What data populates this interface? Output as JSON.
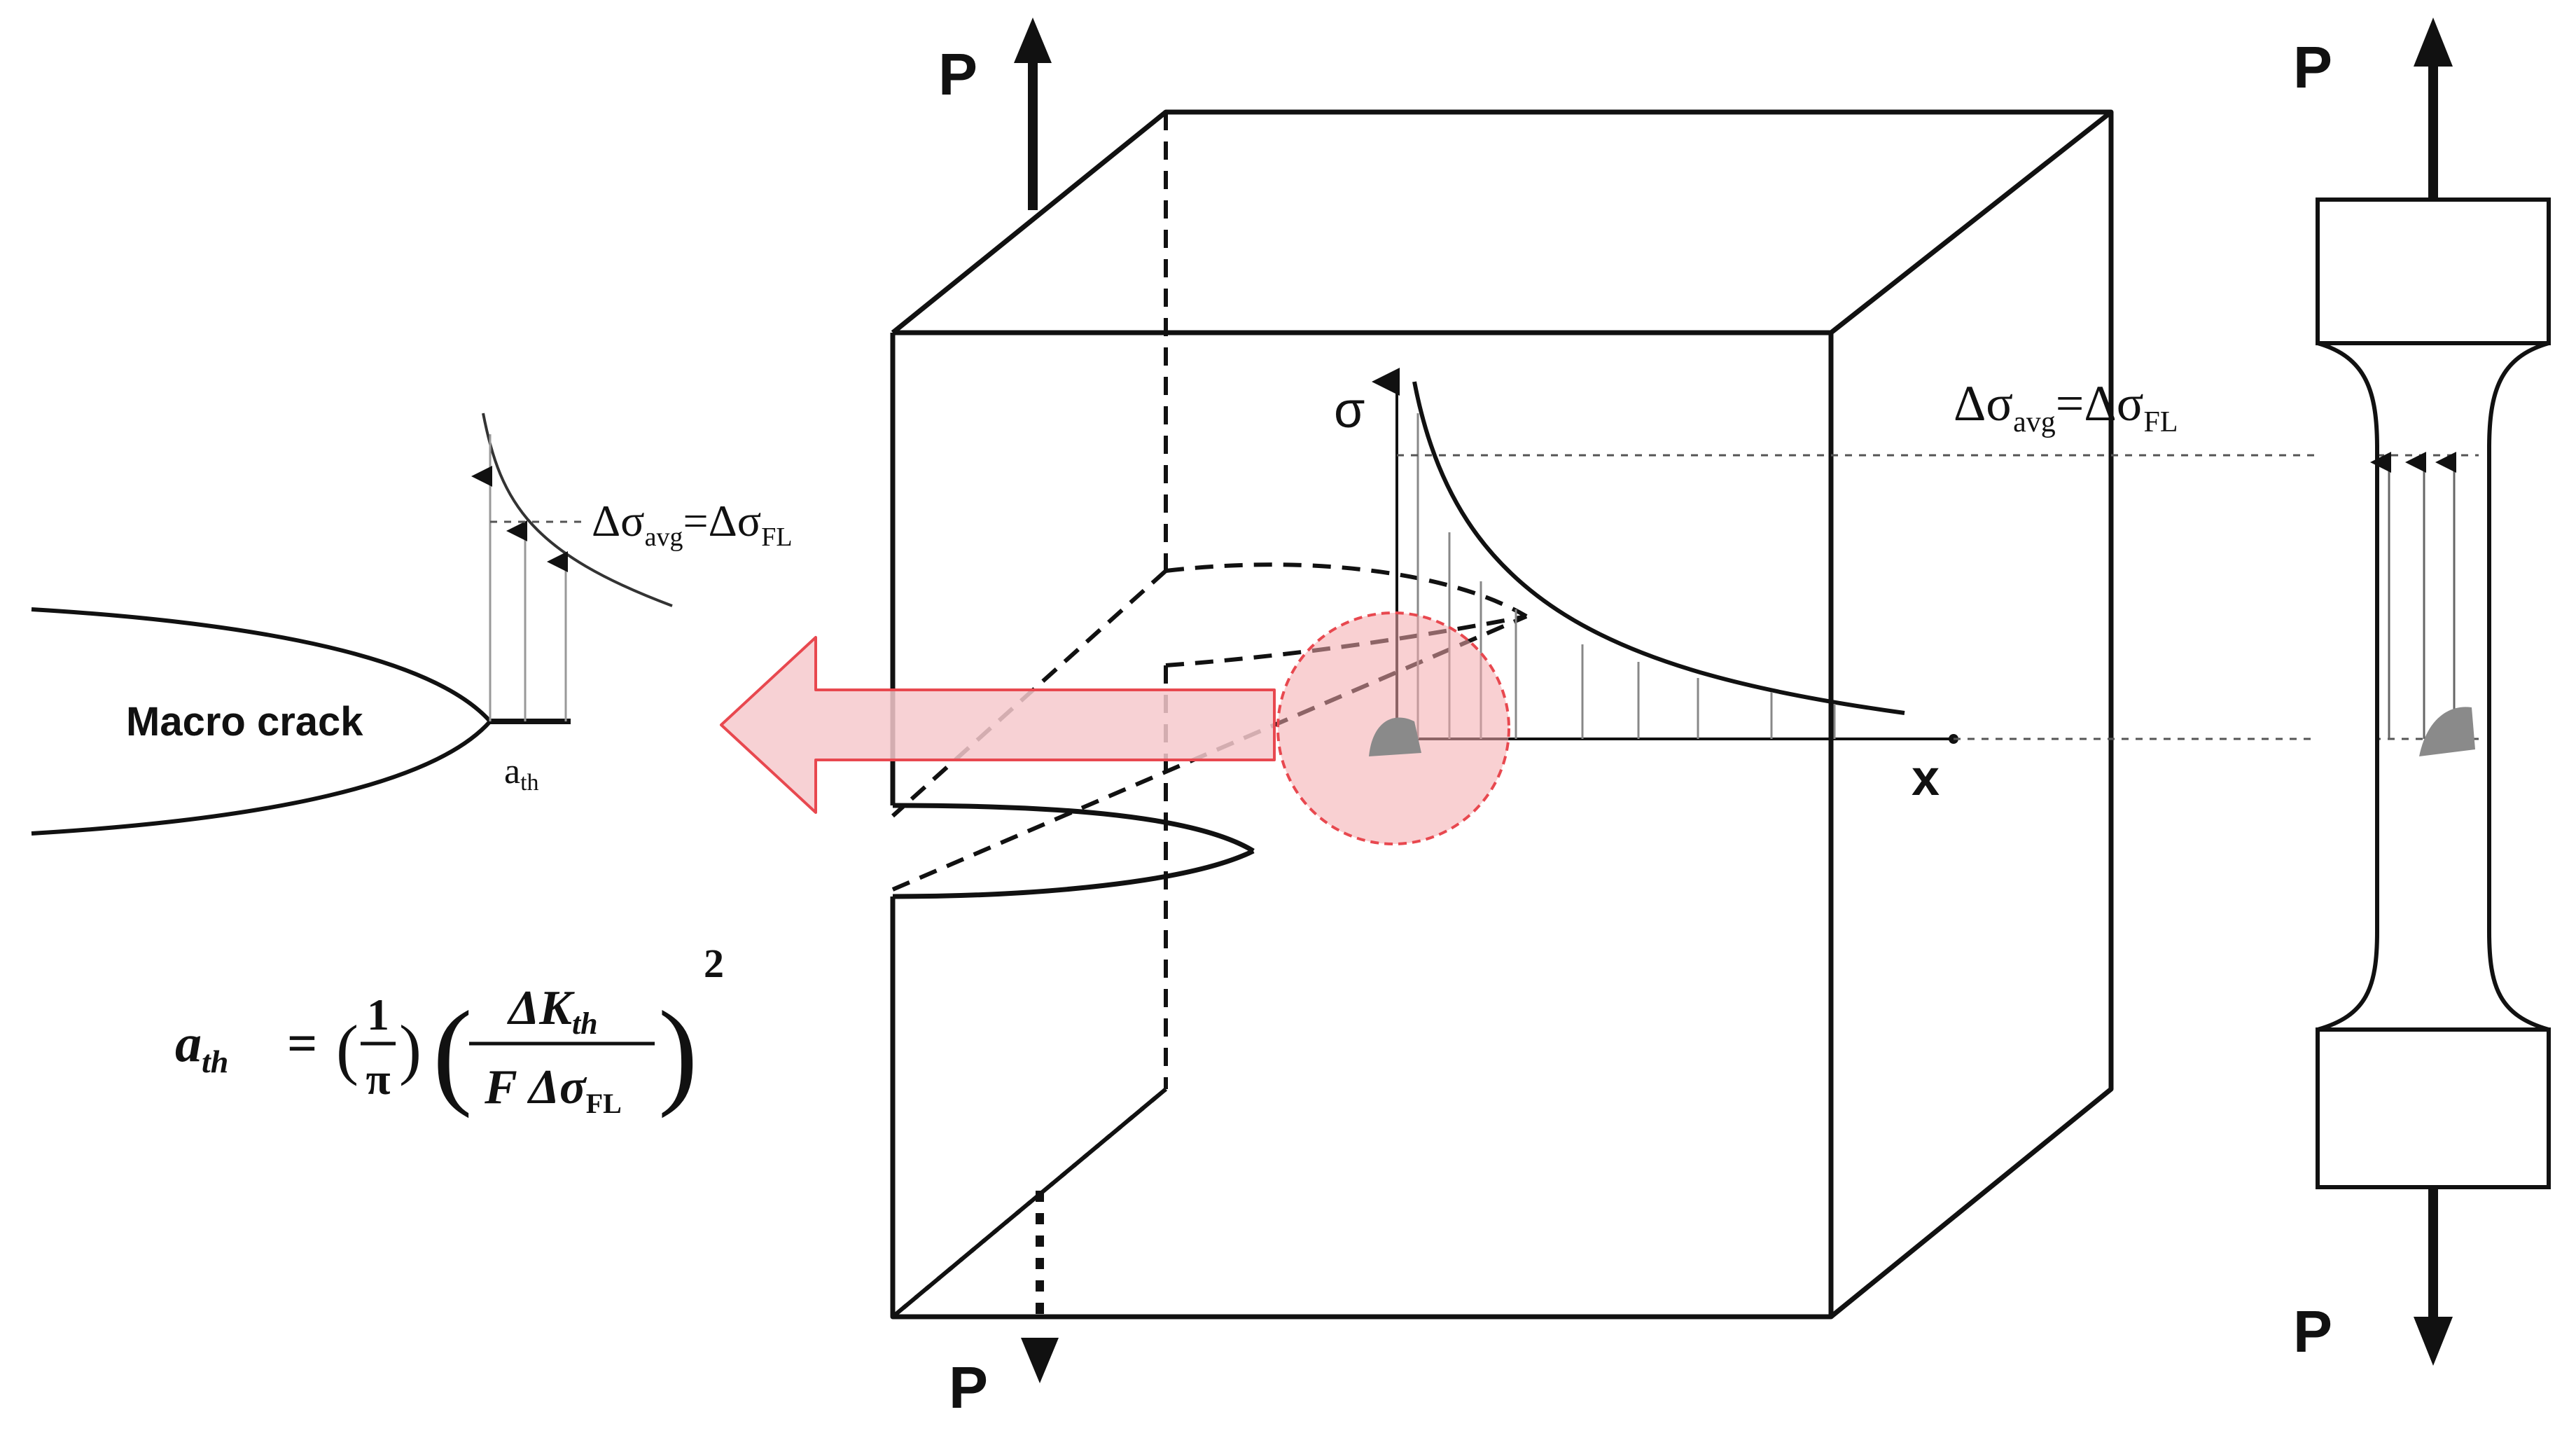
{
  "labels": {
    "load_top_block": "P",
    "load_bottom_block": "P",
    "load_top_specimen": "P",
    "load_bottom_specimen": "P",
    "sigma_axis": "σ",
    "x_axis": "x",
    "macro_crack": "Macro crack"
  },
  "avg_stress_label": {
    "delta": "Δσ",
    "avg_sub": "avg",
    "equals": "=Δσ",
    "fl_sub": "FL"
  },
  "threshold_length": {
    "symbol": "a",
    "sub": "th"
  },
  "formula": {
    "lhs_symbol": "a",
    "lhs_sub": "th",
    "equals": "=",
    "frac_num": "1",
    "frac_den": "π",
    "delta_k": "ΔK",
    "k_sub": "th",
    "denominator_f": "F Δσ",
    "denominator_sub": "FL",
    "exponent": "2"
  },
  "colors": {
    "line": "#111111",
    "arrow_fill": "#f6c9cc",
    "arrow_stroke": "#e8484f",
    "process_zone": "#f4a9ad",
    "zone_stroke": "#e8484f",
    "grey_marker": "#8a8a8a"
  }
}
